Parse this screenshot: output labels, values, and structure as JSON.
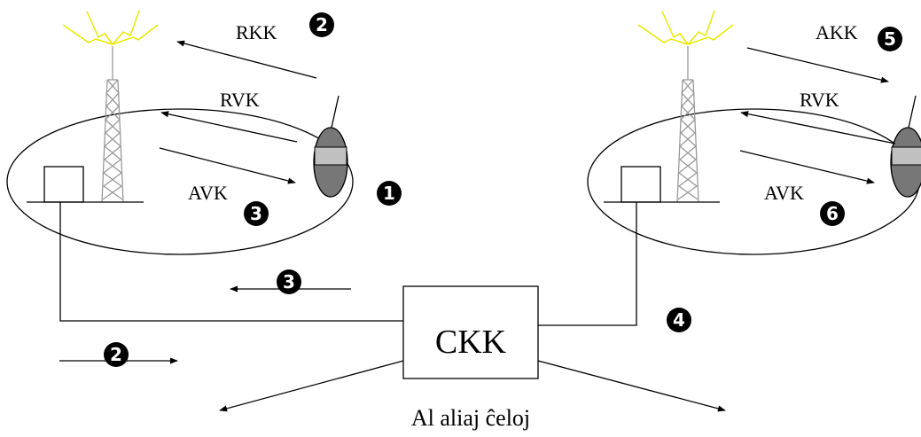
{
  "labels": {
    "rkk": "RKK",
    "akk": "AKK",
    "rvk_left": "RVK",
    "rvk_right": "RVK",
    "avk_left": "AVK",
    "avk_right": "AVK",
    "ckk": "CKK",
    "bottom": "Al aliaj ĉeloj"
  },
  "markers": {
    "m1": "1",
    "m2_top": "2",
    "m2_bottom": "2",
    "m3_left": "3",
    "m3_mid": "3",
    "m4": "4",
    "m5": "5",
    "m6": "6"
  },
  "colors": {
    "line": "#000000",
    "lightning": "#e8e800",
    "tower": "#999999",
    "phone_dark": "#777777",
    "phone_band": "#c0c0c0",
    "marker_fill": "#000000"
  }
}
